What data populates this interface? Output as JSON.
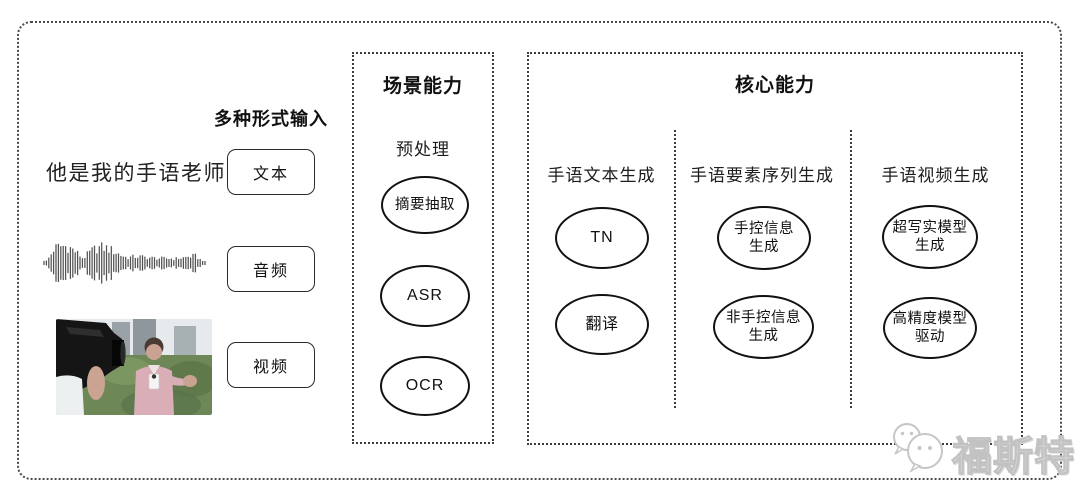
{
  "input_section": {
    "title": "多种形式输入",
    "sample_text": "他是我的手语老师",
    "items": [
      {
        "label": "文本"
      },
      {
        "label": "音频"
      },
      {
        "label": "视频"
      }
    ],
    "icons": [
      "audio-waveform-icon",
      "video-thumbnail"
    ]
  },
  "scene_box": {
    "title": "场景能力",
    "subtitle": "预处理",
    "nodes": [
      "摘要抽取",
      "ASR",
      "OCR"
    ]
  },
  "core_box": {
    "title": "核心能力",
    "columns": [
      {
        "label": "手语文本生成",
        "nodes": [
          "TN",
          "翻译"
        ]
      },
      {
        "label": "手语要素序列生成",
        "nodes": [
          "手控信息\n生成",
          "非手控信息\n生成"
        ]
      },
      {
        "label": "手语视频生成",
        "nodes": [
          "超写实模型\n生成",
          "高精度模型\n驱动"
        ]
      }
    ]
  },
  "watermark": {
    "text": "福斯特",
    "icon": "wechat-bubbles-icon"
  },
  "colors": {
    "background": "#ffffff",
    "frame_border": "#4a4a4a",
    "box_border": "#3d3d3d",
    "ellipse_border": "#111111",
    "text": "#1a1a1a",
    "watermark": "#c2c2c2"
  }
}
